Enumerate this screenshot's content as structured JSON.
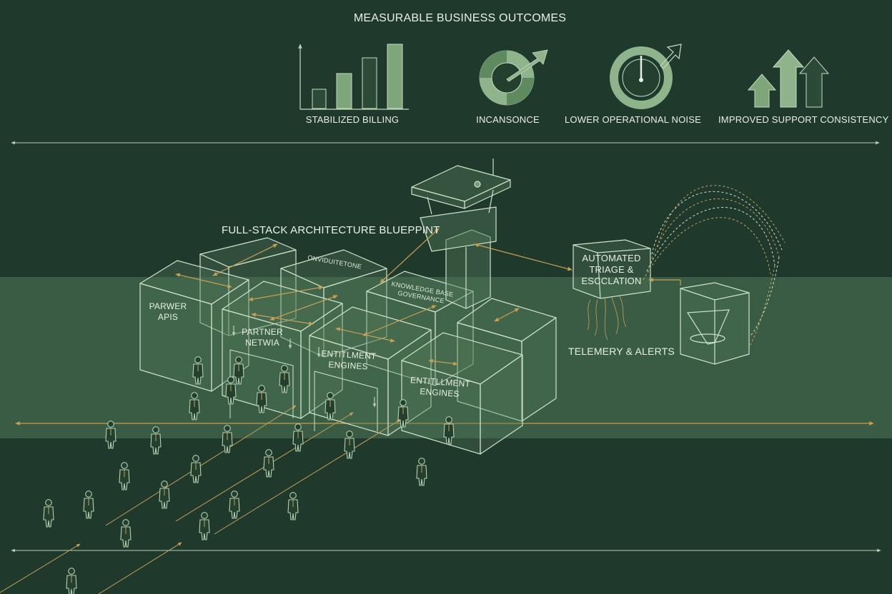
{
  "header": {
    "title": "MEASURABLE BUSINESS OUTCOMES"
  },
  "outcomes": [
    {
      "label": "STABILIZED BILLING",
      "icon": "bar-chart-icon"
    },
    {
      "label": "INCANSONCE",
      "icon": "target-arrow-icon"
    },
    {
      "label": "LOWER OPERATIONAL NOISE",
      "icon": "gauge-arrow-icon"
    },
    {
      "label": "IMPROVED SUPPORT CONSISTENCY",
      "icon": "up-arrows-icon"
    }
  ],
  "blueprint": {
    "title": "FULL-STACK ARCHITECTURE BLUEPPINT",
    "boxes": {
      "parwer_apis": "PARWER\nAPIS",
      "partner_network": "PARTNER\nNETWIA",
      "entitlement_1": "ENTITLMENT\nENGINES",
      "entitlement_2": "ENTITLLMENT\nENGINES",
      "orchestration": "ONVIDUITETONE",
      "knowledge_base": "KNOWLEDGE BASE\nGOVERNANCE",
      "automated_triage": "AUTOMATED\nTRIAGE &\nESCCLATION"
    },
    "telemetry_label": "TELEMERY & ALERTS"
  },
  "colors": {
    "background": "#1f3a2d",
    "band": "#3a5c45",
    "line": "#c6dcc2",
    "accent": "#c8a052",
    "fill": "#6f9a6e",
    "text": "#e8f0e6"
  }
}
